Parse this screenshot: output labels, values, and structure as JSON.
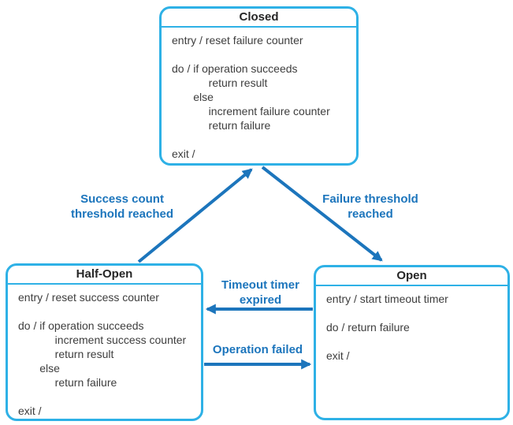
{
  "colors": {
    "box_border": "#2eb1e6",
    "arrow": "#1c75bc",
    "label_text": "#1c75bc",
    "title_text": "#262626",
    "body_text": "#3d3d3d",
    "background": "#ffffff"
  },
  "states": {
    "closed": {
      "title": "Closed",
      "body": [
        "entry / reset failure counter",
        "",
        "do / if operation succeeds",
        "            return result",
        "       else",
        "            increment failure counter",
        "            return failure",
        "",
        "exit /"
      ]
    },
    "half_open": {
      "title": "Half-Open",
      "body": [
        "entry / reset success counter",
        "",
        "do / if operation succeeds",
        "            increment success counter",
        "            return result",
        "       else",
        "            return failure",
        "",
        "exit /"
      ]
    },
    "open": {
      "title": "Open",
      "body": [
        "entry / start timeout timer",
        "",
        "do / return failure",
        "",
        "exit /"
      ]
    }
  },
  "transitions": {
    "success": {
      "label": [
        "Success count",
        "threshold reached"
      ]
    },
    "failure": {
      "label": [
        "Failure threshold",
        "reached"
      ]
    },
    "timeout": {
      "label": [
        "Timeout timer",
        "expired"
      ]
    },
    "operation_failed": {
      "label": [
        "Operation failed"
      ]
    }
  }
}
